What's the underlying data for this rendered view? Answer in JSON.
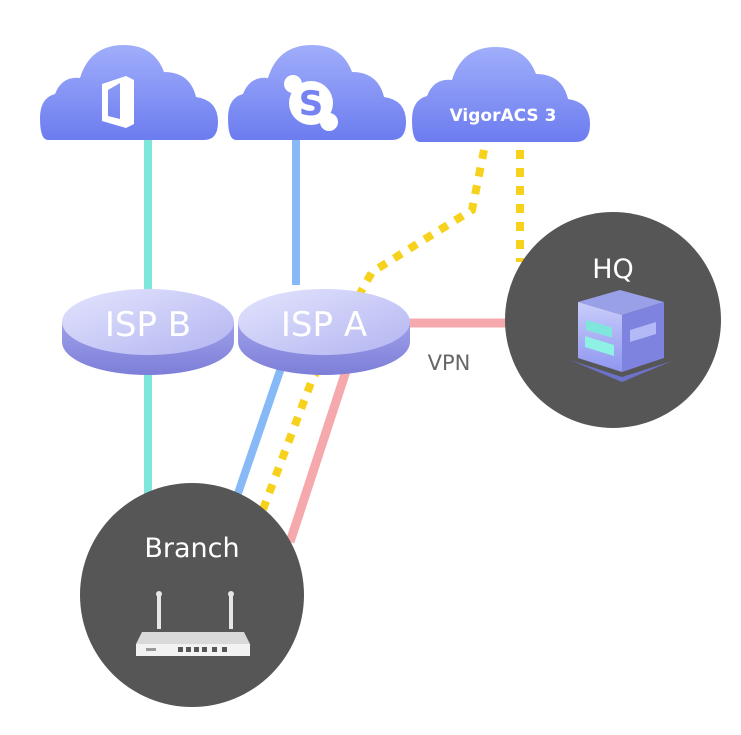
{
  "clouds": {
    "office": {
      "icon": "office-icon"
    },
    "skype": {
      "icon": "skype-icon"
    },
    "vigoracs": {
      "label": "VigorACS 3"
    }
  },
  "nodes": {
    "isp_b": {
      "label": "ISP B"
    },
    "isp_a": {
      "label": "ISP A"
    },
    "hq": {
      "label": "HQ",
      "icon": "building-icon"
    },
    "branch": {
      "label": "Branch",
      "icon": "router-icon"
    }
  },
  "links": {
    "vpn_label": "VPN"
  },
  "colors": {
    "cloud_top": "#8d9ef8",
    "cloud_bottom": "#6f7ff0",
    "isp_top": "#c2c4f5",
    "isp_side": "#8e8fe0",
    "site_circle": "#565656",
    "teal_link": "#7fe6dc",
    "blue_link": "#86b9f5",
    "pink_link": "#f6a9ad",
    "vpn_dots": "#f7d21c"
  }
}
